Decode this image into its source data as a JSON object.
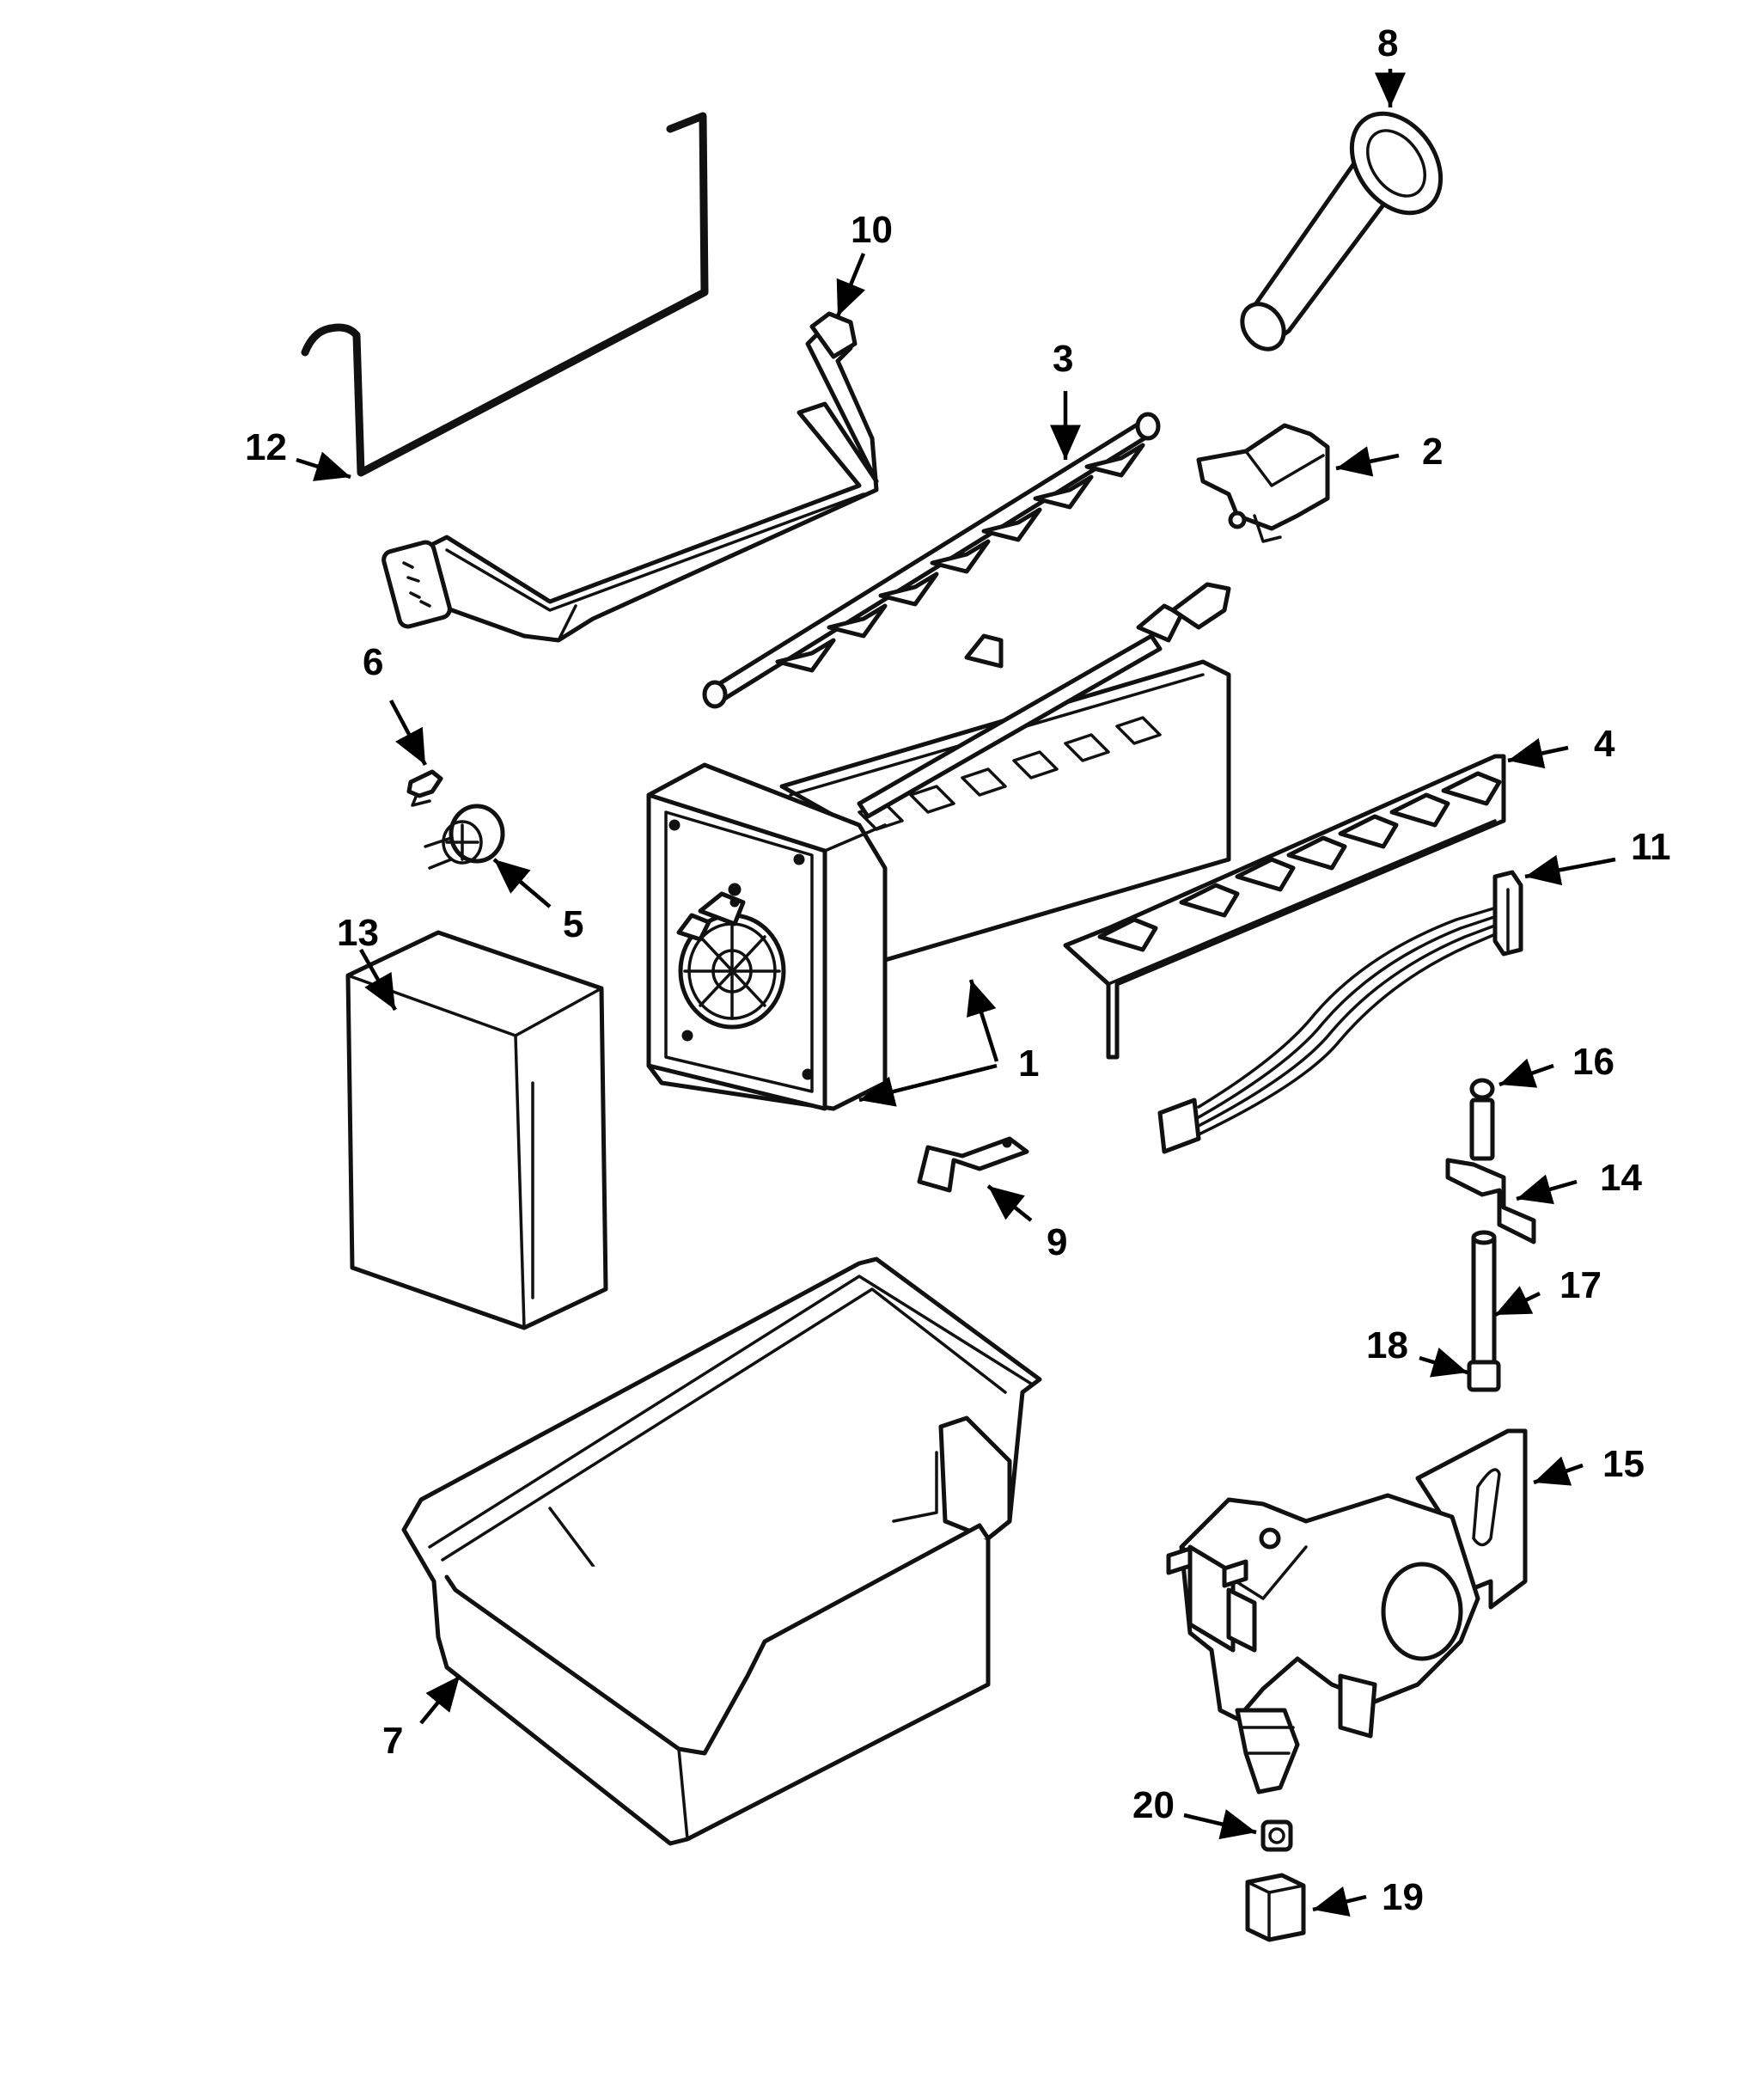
{
  "diagram": {
    "colors": {
      "line": "#111111",
      "background": "#ffffff"
    },
    "callouts": [
      {
        "id": "1",
        "label": "1"
      },
      {
        "id": "2",
        "label": "2"
      },
      {
        "id": "3",
        "label": "3"
      },
      {
        "id": "4",
        "label": "4"
      },
      {
        "id": "5",
        "label": "5"
      },
      {
        "id": "6",
        "label": "6"
      },
      {
        "id": "7",
        "label": "7"
      },
      {
        "id": "8",
        "label": "8"
      },
      {
        "id": "9",
        "label": "9"
      },
      {
        "id": "10",
        "label": "10"
      },
      {
        "id": "11",
        "label": "11"
      },
      {
        "id": "12",
        "label": "12"
      },
      {
        "id": "13",
        "label": "13"
      },
      {
        "id": "14",
        "label": "14"
      },
      {
        "id": "15",
        "label": "15"
      },
      {
        "id": "16",
        "label": "16"
      },
      {
        "id": "17",
        "label": "17"
      },
      {
        "id": "18",
        "label": "18"
      },
      {
        "id": "19",
        "label": "19"
      },
      {
        "id": "20",
        "label": "20"
      }
    ]
  }
}
